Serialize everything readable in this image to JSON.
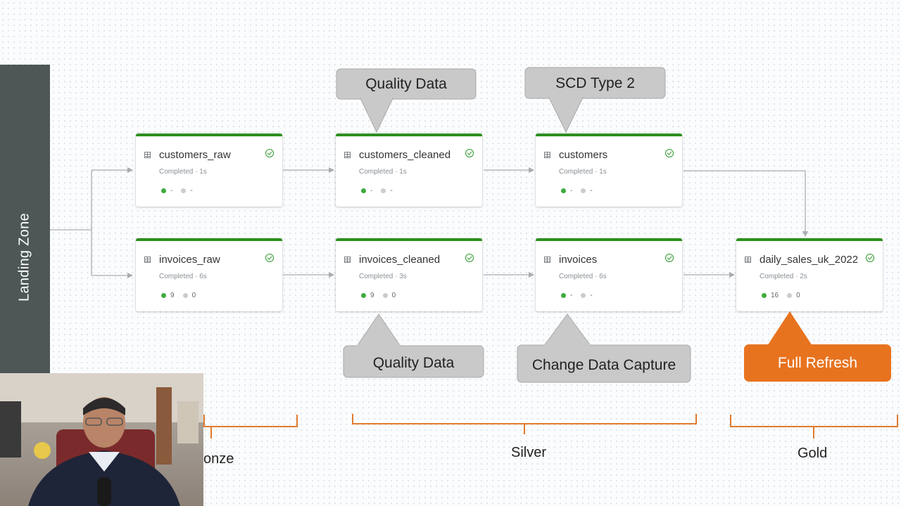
{
  "landing_zone": {
    "label": "Landing Zone"
  },
  "nodes": {
    "customers_raw": {
      "name": "customers_raw",
      "status": "Completed · 1s",
      "metric_green": "-",
      "metric_gray": "-"
    },
    "customers_cleaned": {
      "name": "customers_cleaned",
      "status": "Completed · 1s",
      "metric_green": "-",
      "metric_gray": "-"
    },
    "customers": {
      "name": "customers",
      "status": "Completed · 1s",
      "metric_green": "-",
      "metric_gray": "-"
    },
    "invoices_raw": {
      "name": "invoices_raw",
      "status": "Completed · 6s",
      "metric_green": "9",
      "metric_gray": "0"
    },
    "invoices_cleaned": {
      "name": "invoices_cleaned",
      "status": "Completed · 3s",
      "metric_green": "9",
      "metric_gray": "0"
    },
    "invoices": {
      "name": "invoices",
      "status": "Completed · 6s",
      "metric_green": "-",
      "metric_gray": "-"
    },
    "daily_sales_uk_2022": {
      "name": "daily_sales_uk_2022",
      "status": "Completed · 2s",
      "metric_green": "16",
      "metric_gray": "0"
    }
  },
  "callouts": {
    "quality_data_top": "Quality Data",
    "scd_type_2": "SCD Type 2",
    "quality_data_bottom": "Quality Data",
    "change_data_capture": "Change Data Capture",
    "full_refresh": "Full Refresh"
  },
  "tiers": {
    "bronze": "onze",
    "silver": "Silver",
    "gold": "Gold"
  },
  "colors": {
    "node_top_border": "#2d8f1e",
    "callout_gray": "#c9c9c9",
    "callout_orange": "#e8731f",
    "brace_orange": "#e07b2e",
    "landing_zone": "#4e5756"
  },
  "webcam": {
    "description_icon": "presenter-webcam"
  }
}
